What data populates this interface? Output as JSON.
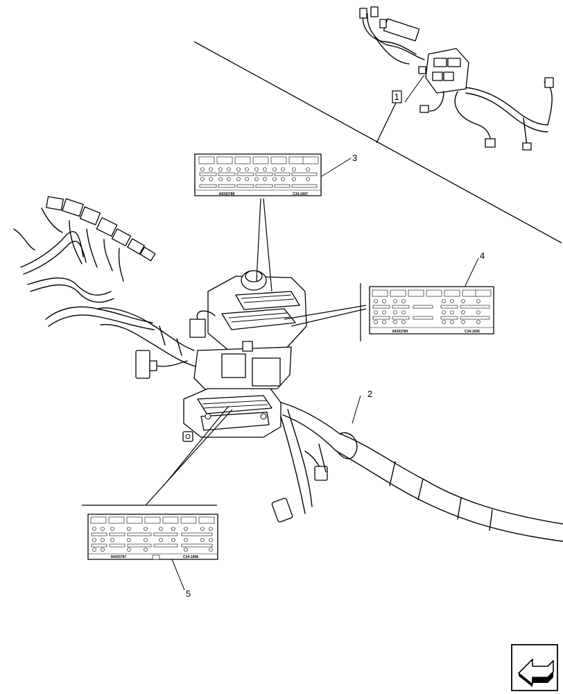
{
  "callouts": {
    "c1": "1",
    "c2": "2",
    "c3": "3",
    "c4": "4",
    "c5": "5"
  },
  "connectors": {
    "top": {
      "part_number": "84393788",
      "code": "C34-1007"
    },
    "right": {
      "part_number": "84393789",
      "code": "C34-1006"
    },
    "bottom": {
      "part_number": "84393787",
      "code": "C34-1008"
    }
  },
  "icons": {
    "nav": "navigation-arrow-icon"
  }
}
